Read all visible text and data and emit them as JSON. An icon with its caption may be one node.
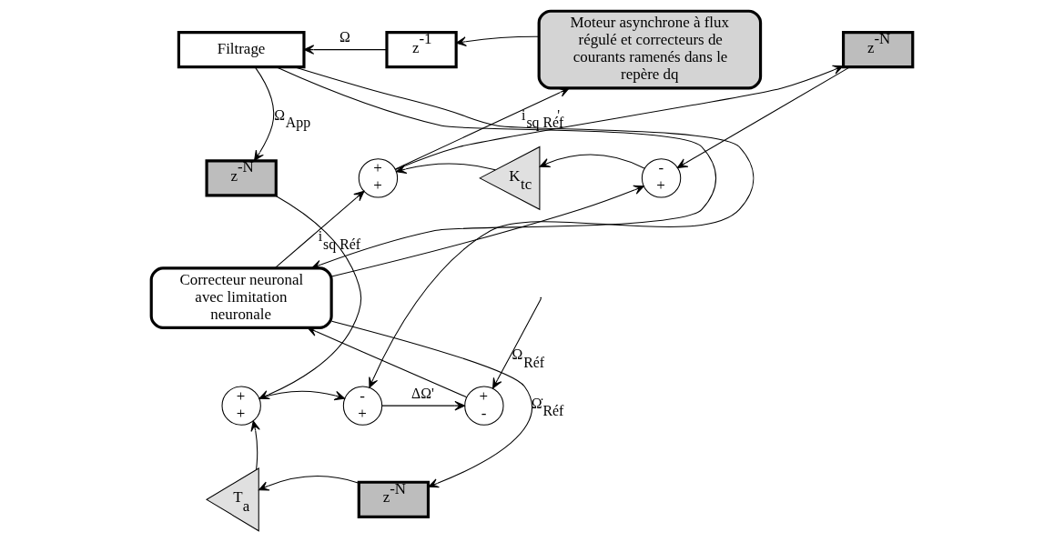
{
  "diagram": {
    "nodes": [
      {
        "text": [
          "Filtrage"
        ]
      },
      {
        "text": [
          "z$^{-1}$"
        ]
      },
      {
        "text": [
          "Moteur asynchrone à flux régulé et correcteurs de courants ramenés dans le repère dq"
        ]
      },
      {
        "text": [
          "z$^{-N}$"
        ]
      },
      {
        "text": [
          "+",
          "+"
        ]
      },
      {
        "text": [
          "K$_{tc}$"
        ]
      },
      {
        "text": [
          "-",
          "+"
        ]
      },
      {
        "text": [
          "z$^{-N}$"
        ]
      },
      {
        "text": [
          "Correcteur neuronal avec limitation neuronale"
        ]
      },
      {
        "text": [
          "+",
          "+"
        ]
      },
      {
        "text": [
          "-",
          "+"
        ]
      },
      {
        "text": [
          "+",
          "-"
        ]
      },
      {
        "text": [
          "z$^{-N}$"
        ]
      },
      {
        "text": [
          "T$_{a}$"
        ]
      }
    ],
    "edges": [
      {
        "from": 1,
        "to": 0,
        "arrow": "to",
        "label": "Ω"
      },
      {
        "from": 2,
        "to": 1,
        "arrow": "to"
      },
      {
        "from": 0,
        "to": 3,
        "arrow": "to",
        "label": "Ω$_{App}$"
      },
      {
        "from": 0,
        "to": 10,
        "arrow": "to"
      },
      {
        "from": 0,
        "to": 8,
        "arrow": "to"
      },
      {
        "from": 3,
        "to": 9,
        "arrow": "to"
      },
      {
        "from": 9,
        "to": 10,
        "arrow": "to"
      },
      {
        "from": 10,
        "to": 11,
        "arrow": "to",
        "label": "ΔΩ'"
      },
      {
        "from": null,
        "to": 11,
        "arrow": "to",
        "label": "Ω$_{Réf}$"
      },
      {
        "from": 11,
        "to": 8,
        "arrow": "to"
      },
      {
        "from": 8,
        "to": 4,
        "arrow": "to",
        "label": "i$_{sq Réf}$"
      },
      {
        "from": 8,
        "to": 6,
        "arrow": "to"
      },
      {
        "from": 4,
        "to": 2,
        "arrow": "to",
        "label": "i$_{sq Réf}$'"
      },
      {
        "from": 4,
        "to": 7,
        "arrow": "to"
      },
      {
        "from": 7,
        "to": 6,
        "arrow": "to"
      },
      {
        "from": 6,
        "to": 5,
        "arrow": "to"
      },
      {
        "from": 5,
        "to": 4,
        "arrow": "to"
      },
      {
        "from": 8,
        "to": 12,
        "arrow": "to",
        "label": "Ω̇$_{Réf}$"
      },
      {
        "from": 12,
        "to": 13,
        "arrow": "to"
      },
      {
        "from": 13,
        "to": 9,
        "arrow": "to"
      }
    ]
  }
}
